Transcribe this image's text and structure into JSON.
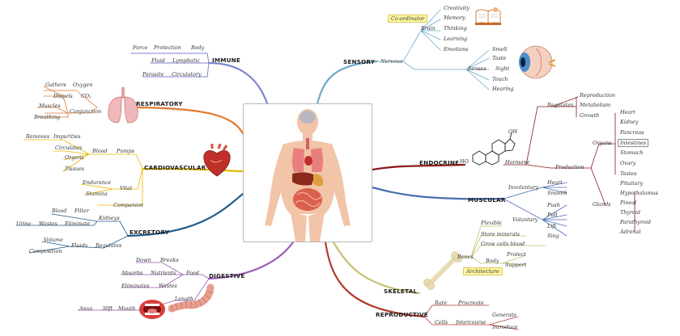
{
  "branches": {
    "immune": {
      "title": "IMMUNE",
      "color": "#7b86c8",
      "items": {
        "force": "Force",
        "protection": "Protection",
        "body": "Body",
        "fluid": "Fluid",
        "lymphatic": "Lymphatic",
        "parasite": "Parasite",
        "circulatory": "Circulatory"
      }
    },
    "respiratory": {
      "title": "RESPIRATORY",
      "color": "#e07a2e",
      "items": {
        "gathers": "Gathers",
        "oxygen": "Oxygen",
        "dispels": "Dispels",
        "co2": "CO₂",
        "muscles": "Muscles",
        "conjunction": "Conjunction",
        "breathing": "Breathing"
      }
    },
    "cardiovascular": {
      "title": "CARDIOVASCULAR",
      "color": "#e6b800",
      "items": {
        "removes": "Removes",
        "impurities": "Impurities",
        "circulates": "Circulates",
        "blood": "Blood",
        "pumps": "Pumps",
        "organs": "Organs",
        "tissues": "Tissues",
        "endurance": "Endurance",
        "stamina": "Stamina",
        "vital": "Vital",
        "companion": "Companion"
      }
    },
    "excretory": {
      "title": "EXCRETORY",
      "color": "#1e5a8a",
      "items": {
        "blood": "Blood",
        "filter": "Filter",
        "kidneys": "Kidneys",
        "urine": "Urine",
        "wastes": "Wastes",
        "eliminate": "Eliminate",
        "volume": "Volume",
        "fluids": "Fluids",
        "regulates": "Regulates",
        "composition": "Composition"
      }
    },
    "digestive": {
      "title": "DIGESTIVE",
      "color": "#9b59b6",
      "items": {
        "down": "Down",
        "breaks": "Breaks",
        "absorbs": "Absorbs",
        "nutrients": "Nutrients",
        "food": "Food",
        "eliminates": "Eliminates",
        "wastes": "Wastes",
        "length": "Length",
        "anus": "Anus",
        "thirty_feet": "30ft",
        "mouth": "Mouth"
      }
    },
    "sensory": {
      "title": "SENSORY",
      "color": "#6fa8c8",
      "items": {
        "coordinator": "Co-ordinator",
        "brain": "Brain",
        "nervous": "Nervous",
        "creativity": "Creativity",
        "memory": "Memory",
        "thinking": "Thinking",
        "learning": "Learning",
        "emotions": "Emotions",
        "senses": "Senses",
        "smell": "Smell",
        "taste": "Taste",
        "sight": "Sight",
        "touch": "Touch",
        "hearing": "Hearing"
      }
    },
    "endocrine": {
      "title": "ENDOCRINE",
      "color": "#8b1a1a",
      "items": {
        "regulates": "Regulates",
        "reproduction": "Reproduction",
        "metabolism": "Metabolism",
        "growth": "Growth",
        "hormone": "Hormone",
        "oh": "OH",
        "ho": "HO",
        "production": "Production",
        "organs": "Organs",
        "heart": "Heart",
        "kidney": "Kidney",
        "pancreas": "Pancreas",
        "intestines": "Intestines",
        "stomach": "Stomach",
        "ovary": "Ovary",
        "testes": "Testes",
        "glands": "Glands",
        "pituitary": "Pituitary",
        "hypothalamus": "Hypothalamus",
        "pineal": "Pineal",
        "thyroid": "Thyroid",
        "parathyroid": "Parathyroid",
        "adrenal": "Adrenal"
      }
    },
    "muscular": {
      "title": "MUSCULAR",
      "color": "#4a6fb0",
      "items": {
        "involuntary": "Involuntary",
        "heart": "Heart",
        "smooth": "Smooth",
        "voluntary": "Voluntary",
        "push": "Push",
        "pull": "Pull",
        "lift": "Lift",
        "sing": "Sing"
      }
    },
    "skeletal": {
      "title": "SKELETAL",
      "color": "#c8c070",
      "items": {
        "flexible": "Flexible",
        "store_minerals": "Store minerals",
        "grow_cells_blood": "Grow cells blood",
        "bones": "Bones",
        "body": "Body",
        "protect": "Protect",
        "architecture": "Architecture",
        "support": "Support"
      }
    },
    "reproductive": {
      "title": "REPRODUCTIVE",
      "color": "#b03a2e",
      "items": {
        "rate": "Rate",
        "procreate": "Procreate",
        "cells": "Cells",
        "intercourse": "Intercourse",
        "generate": "Generate",
        "introduce": "Introduce"
      }
    }
  }
}
